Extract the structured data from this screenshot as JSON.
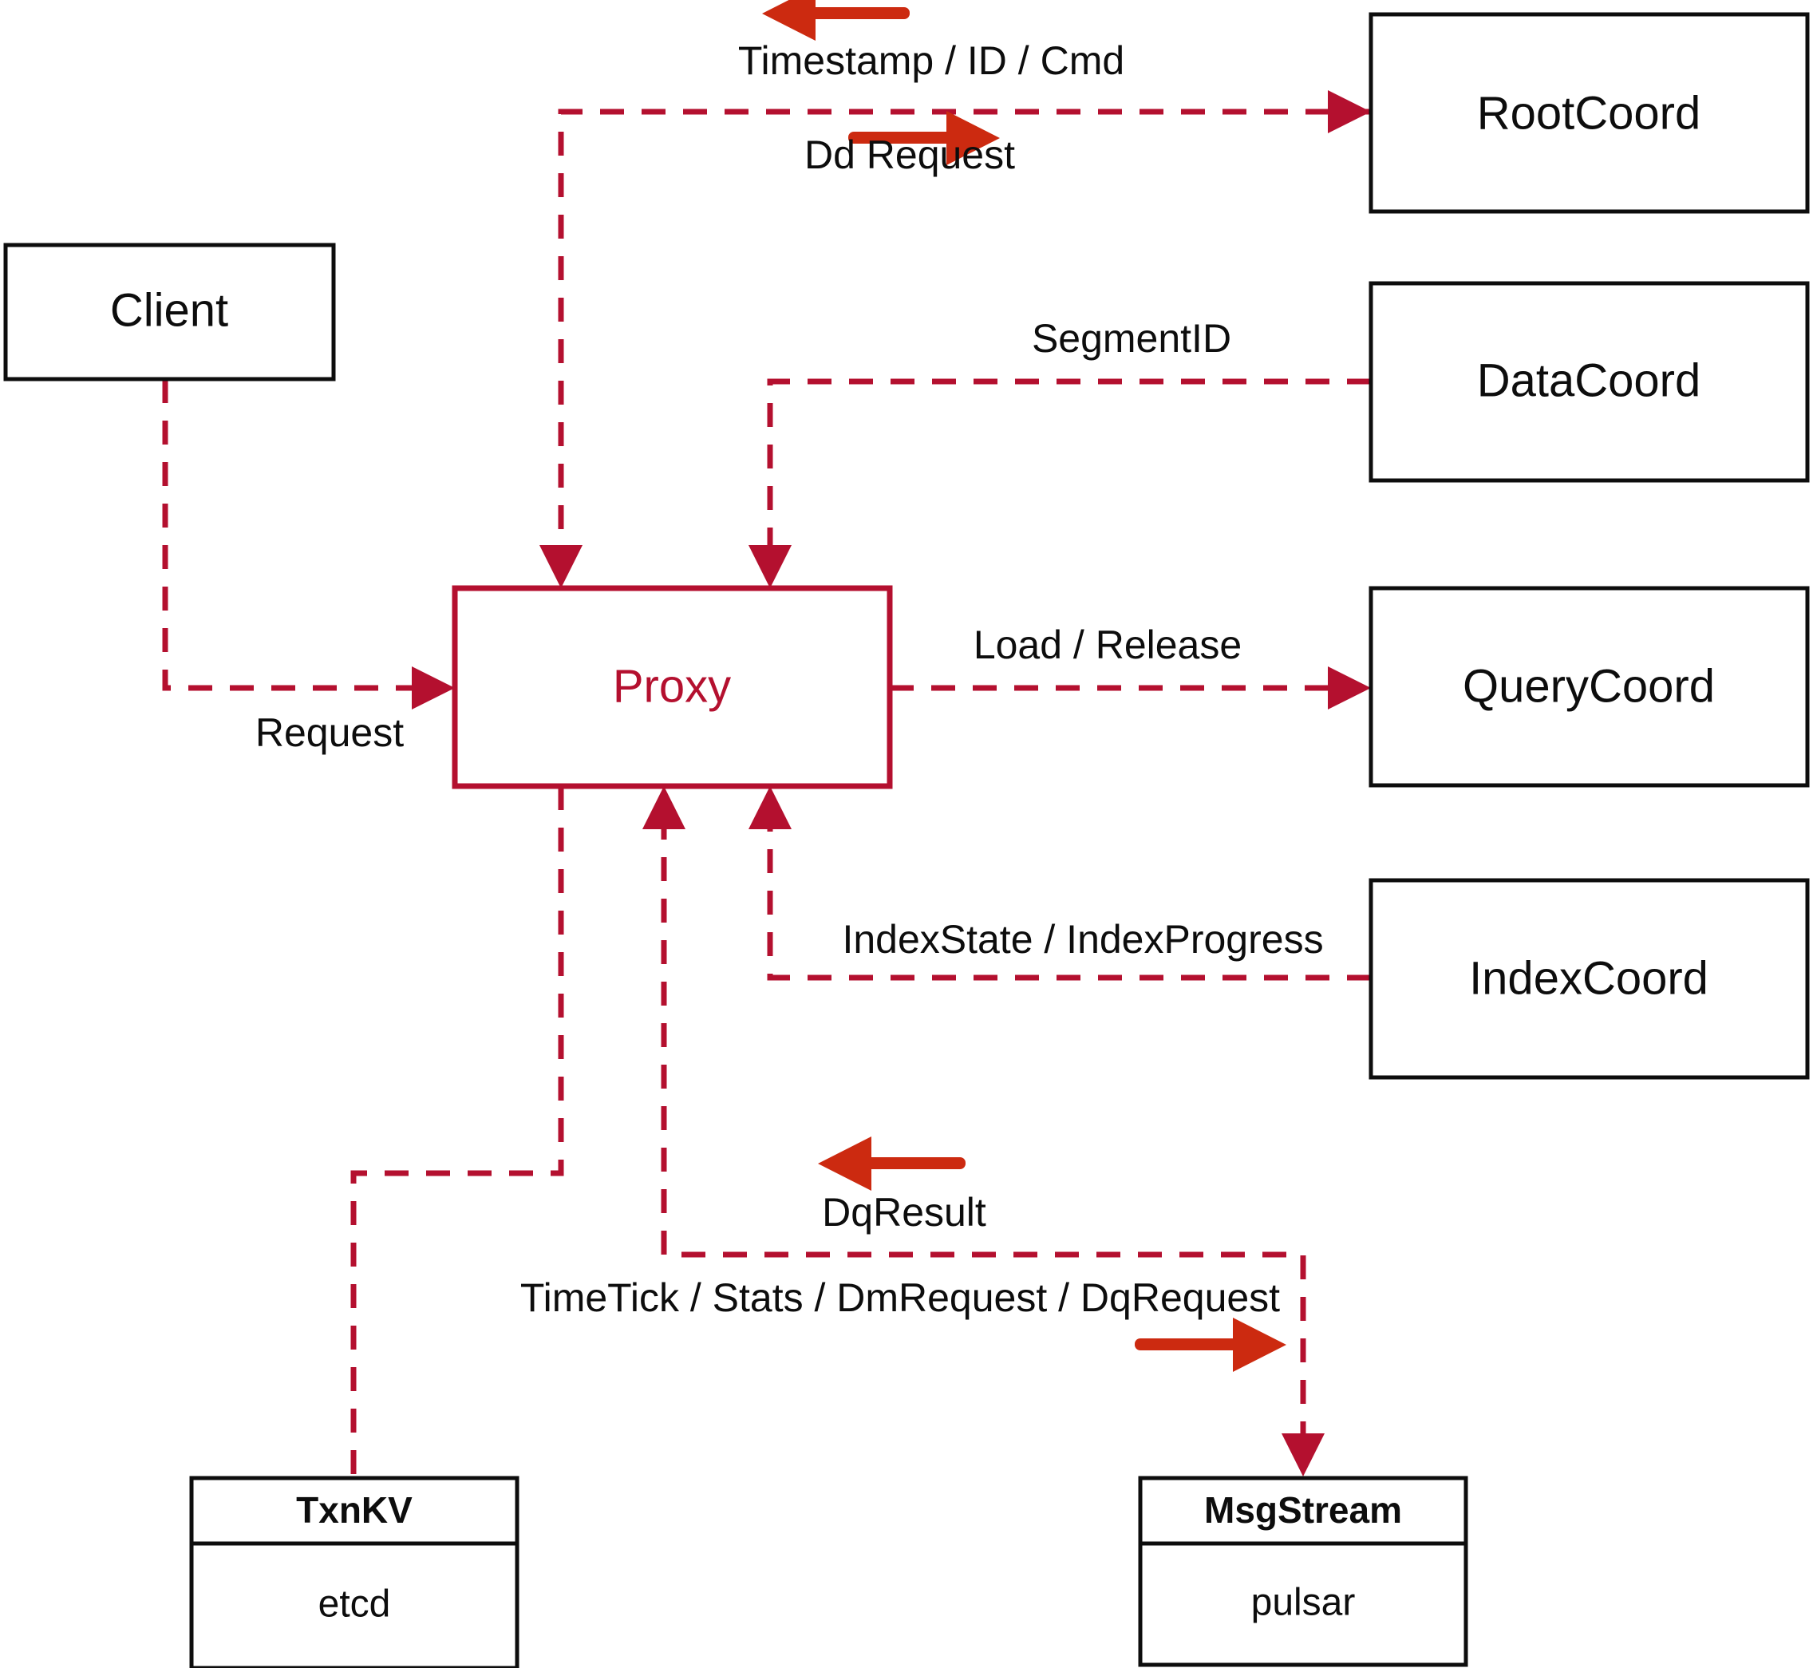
{
  "diagram": {
    "title": "Milvus Proxy interaction diagram",
    "colors": {
      "accent": "#b4102f",
      "direction_arrow": "#cc2a10",
      "node_stroke": "#0d0d0d",
      "background": "#ffffff"
    },
    "nodes": {
      "client": {
        "label": "Client"
      },
      "proxy": {
        "label": "Proxy"
      },
      "root_coord": {
        "label": "RootCoord"
      },
      "data_coord": {
        "label": "DataCoord"
      },
      "query_coord": {
        "label": "QueryCoord"
      },
      "index_coord": {
        "label": "IndexCoord"
      },
      "txnkv": {
        "title": "TxnKV",
        "impl": "etcd"
      },
      "msgstream": {
        "title": "MsgStream",
        "impl": "pulsar"
      }
    },
    "edges": [
      {
        "id": "timestamp-id-cmd",
        "label": "Timestamp / ID / Cmd",
        "direction": "left"
      },
      {
        "id": "dd-request",
        "label": "Dd Request",
        "direction": "right"
      },
      {
        "id": "segment-id",
        "label": "SegmentID",
        "direction": "none"
      },
      {
        "id": "request",
        "label": "Request",
        "direction": "none"
      },
      {
        "id": "load-release",
        "label": "Load / Release",
        "direction": "none"
      },
      {
        "id": "index-state-progress",
        "label": "IndexState / IndexProgress",
        "direction": "none"
      },
      {
        "id": "dq-result",
        "label": "DqResult",
        "direction": "left"
      },
      {
        "id": "timetick-stats",
        "label": "TimeTick / Stats / DmRequest / DqRequest",
        "direction": "right"
      }
    ]
  }
}
